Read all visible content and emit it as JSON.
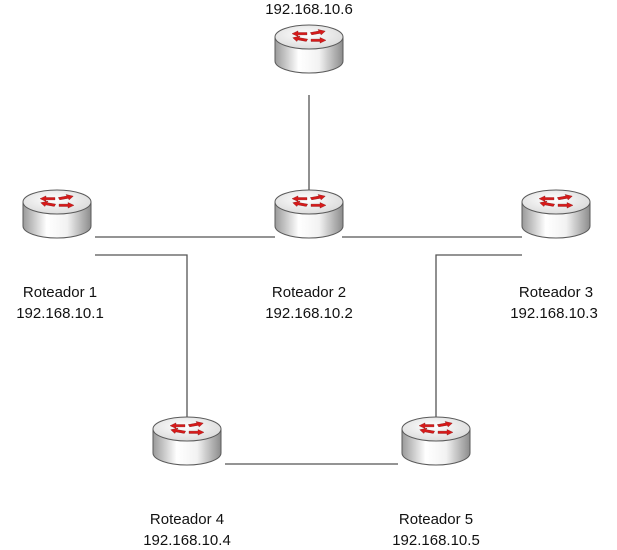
{
  "colors": {
    "router_body_light": "#ffffff",
    "router_body_dark": "#9a9a9a",
    "router_outline": "#5a5a5a",
    "arrow_fill": "#d71a1a",
    "link_stroke": "#555555"
  },
  "routers": {
    "r1": {
      "name": "Roteador 1",
      "ip": "192.168.10.1"
    },
    "r2": {
      "name": "Roteador 2",
      "ip": "192.168.10.2"
    },
    "r3": {
      "name": "Roteador 3",
      "ip": "192.168.10.3"
    },
    "r4": {
      "name": "Roteador 4",
      "ip": "192.168.10.4"
    },
    "r5": {
      "name": "Roteador 5",
      "ip": "192.168.10.5"
    },
    "r6": {
      "name": "",
      "ip": "192.168.10.6"
    }
  },
  "links": [
    {
      "from": "r6",
      "to": "r2"
    },
    {
      "from": "r1",
      "to": "r2"
    },
    {
      "from": "r2",
      "to": "r3"
    },
    {
      "from": "r1",
      "to": "r4"
    },
    {
      "from": "r4",
      "to": "r5"
    },
    {
      "from": "r3",
      "to": "r5"
    }
  ]
}
